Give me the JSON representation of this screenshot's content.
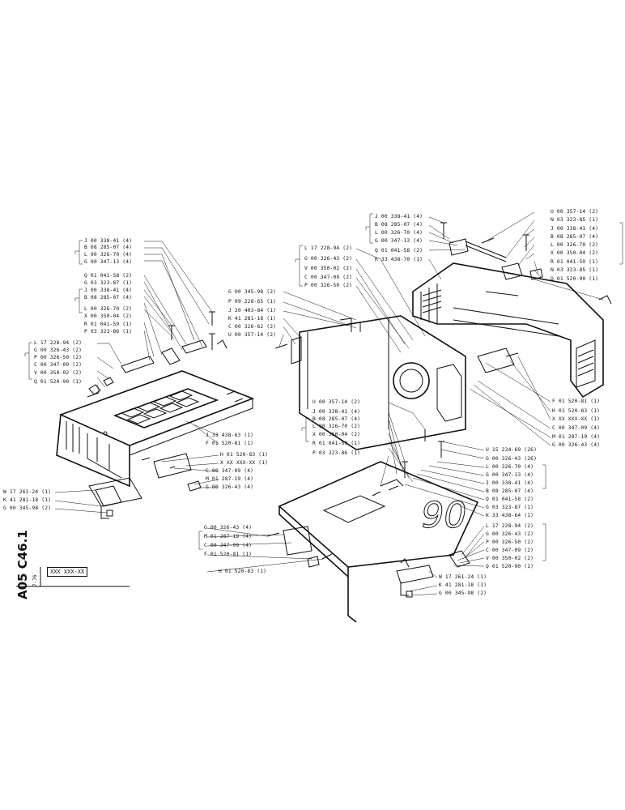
{
  "sheet": {
    "code": "A05 C46.1",
    "date": "7-76",
    "reference_box": "XXX XXX-XX"
  },
  "labels": {
    "g1a": "J 00 338-41 (4)",
    "g1b": "B 08 285-07 (4)",
    "g1c": "L 00 326-70 (4)",
    "g1d": "G 00 347-13 (4)",
    "g1e": "Q 01 041-58 (2)",
    "g1f": "G 03 323-87 (1)",
    "g2a": "J 00 338-41 (4)",
    "g2b": "B 08 285-07 (4)",
    "g2c": "L 00 326-70 (2)",
    "g2d": "X 00 350-04 (2)",
    "g2e": "R 01 041-59 (1)",
    "g2f": "P 03 323-86 (1)",
    "g3a": "L 17 228-94 (2)",
    "g3b": "G 00 326-43 (2)",
    "g3c": "P 00 326-50 (2)",
    "g3d": "C 00 347-09 (2)",
    "g3e": "V 00 350-02 (2)",
    "g3f": "Q 01 520-90 (1)",
    "m1": "G 00 345-98 (2)",
    "m2": "P 09 228-65 (1)",
    "m3": "J 20 403-84 (1)",
    "m4": "K 41 281-18 (1)",
    "m5": "C 00 326-62 (2)",
    "m6": "U 00 357-14 (2)",
    "g4a": "L 17 228-94 (2)",
    "g4b": "G 00 326-43 (2)",
    "g4c": "V 00 350-02 (2)",
    "g4d": "C 00 347-09 (2)",
    "g4e": "P 00 326-50 (2)",
    "g5a": "J 00 338-41 (4)",
    "g5b": "B 08 285-07 (4)",
    "g5c": "L 00 326-70 (4)",
    "g5d": "G 00 347-13 (4)",
    "g5e": "Q 01 041-58 (2)",
    "g5f": "R 33 438-70 (1)",
    "r1": "U 00 357-14 (2)",
    "r2": "N 03 323-85 (1)",
    "r3": "J 00 338-41 (4)",
    "r4": "B 08 285-07 (4)",
    "r5": "L 00 326-70 (2)",
    "r6": "X 00 350-04 (2)",
    "r7": "R 01 041-59 (1)",
    "r8": "N 03 323-85 (1)",
    "r9": "Q 01 520-90 (1)",
    "c1": "F 01 520-81 (1)",
    "c2": "H 01 520-83 (1)",
    "c3": "X XX XXX-XX (1)",
    "c4": "C 00 347-09 (4)",
    "c5": "M 01 287-19 (4)",
    "c6": "G 00 326-43 (4)",
    "l1": "J 33 438-63 (1)",
    "l2": "F 01 520-81 (1)",
    "l3": "H 01 520-83 (1)",
    "l4": "X XX XXX-XX (1)",
    "l5": "C 00 347-09 (4)",
    "l6": "M 01 287-19 (4)",
    "l7": "G 00 326-43 (4)",
    "b1": "W 17 261-24 (1)",
    "b2": "K 41 281-18 (1)",
    "b3": "G 00 345-98 (2)",
    "g6a": "U 00 357-14 (2)",
    "g6b": "J 00 338-41 (4)",
    "g6c": "B 08 285-07 (4)",
    "g6d": "L 00 326-70 (2)",
    "g6e": "X 00 350-04 (2)",
    "g6f": "R 01 041-59 (1)",
    "g6g": "P 03 323-86 (1)",
    "k1": "U 15 234-69 (26)",
    "k2": "G 00 326-43 (26)",
    "k3": "L 00 326-70 (4)",
    "k4": "G 00 347-13 (4)",
    "k5": "J 00 338-41 (4)",
    "k6": "B 08 285-07 (4)",
    "k7": "Q 01 041-58 (2)",
    "k8": "G 03 323-87 (1)",
    "k9": "K 33 438-64 (1)",
    "g7a": "L 17 228-94 (2)",
    "g7b": "G 00 326-43 (2)",
    "g7c": "P 00 326-50 (2)",
    "g7d": "C 00 347-09 (2)",
    "g7e": "V 00 350-02 (2)",
    "g7f": "Q 01 520-90 (1)",
    "e1": "W 17 261-24 (1)",
    "e2": "K 41 281-18 (1)",
    "e3": "G 00 345-98 (2)",
    "f1": "G 00 326-43 (4)",
    "f2": "M 01 287-19 (4)",
    "f3": "C 00 347-09 (4)",
    "f4": "F 01 520-81 (1)",
    "f5": "H 01 520-83 (1)",
    "panel_number": "90"
  }
}
